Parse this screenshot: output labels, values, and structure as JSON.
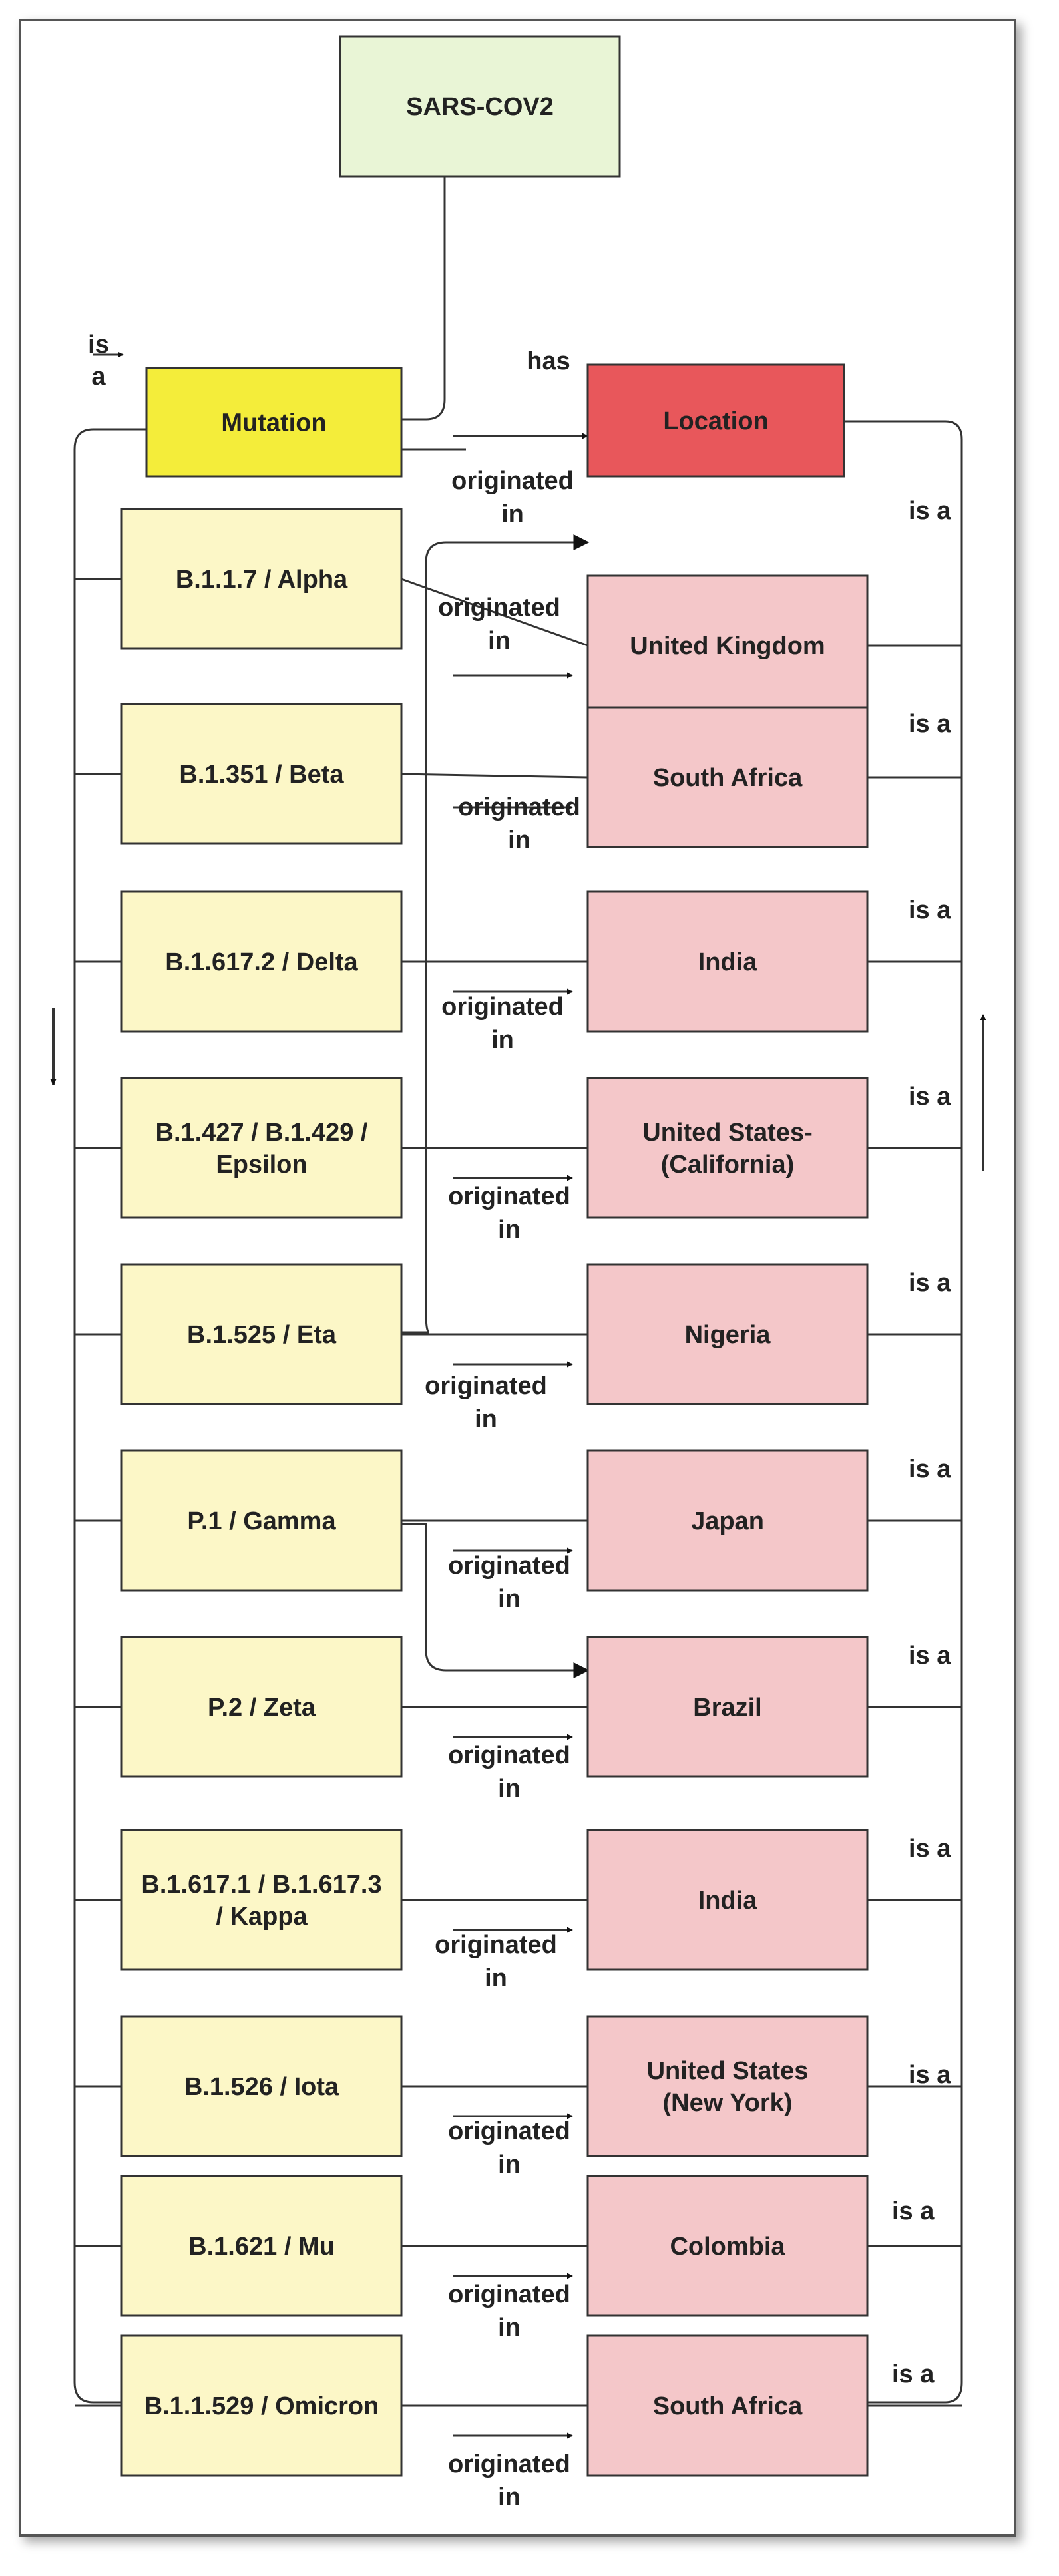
{
  "root": {
    "label": "SARS-COV2"
  },
  "mutation": {
    "label": "Mutation"
  },
  "location": {
    "label": "Location"
  },
  "edge_labels": {
    "has": "has",
    "is_a": "is a",
    "is_a_left_line1": "is",
    "is_a_left_line2": "a",
    "originated_line1": "originated",
    "originated_line2": "in"
  },
  "variants": [
    {
      "lines": [
        "B.1.1.7 / Alpha"
      ],
      "location": [
        "United Kingdom"
      ]
    },
    {
      "lines": [
        "B.1.351 / Beta"
      ],
      "location": [
        "South Africa"
      ]
    },
    {
      "lines": [
        "B.1.617.2 / Delta"
      ],
      "location": [
        "India"
      ]
    },
    {
      "lines": [
        "B.1.427 / B.1.429 /",
        "Epsilon"
      ],
      "location": [
        "United States-",
        "(California)"
      ]
    },
    {
      "lines": [
        "B.1.525 / Eta"
      ],
      "location": [
        "Nigeria"
      ]
    },
    {
      "lines": [
        "P.1 / Gamma"
      ],
      "location": [
        "Japan"
      ]
    },
    {
      "lines": [
        "P.2 / Zeta"
      ],
      "location": [
        "Brazil"
      ]
    },
    {
      "lines": [
        "B.1.617.1 / B.1.617.3",
        "/ Kappa"
      ],
      "location": [
        "India"
      ]
    },
    {
      "lines": [
        "B.1.526 / Iota"
      ],
      "location": [
        "United States",
        "(New York)"
      ]
    },
    {
      "lines": [
        "B.1.621 / Mu"
      ],
      "location": [
        "Colombia"
      ]
    },
    {
      "lines": [
        "B.1.1.529 / Omicron"
      ],
      "location": [
        "South Africa"
      ]
    }
  ],
  "colors": {
    "root_fill": "#e9f5d6",
    "mutation_fill": "#f4ed3a",
    "location_fill": "#e8575b",
    "variant_fill": "#fcf7c7",
    "country_fill": "#f4c7c9",
    "stroke": "#333333"
  }
}
